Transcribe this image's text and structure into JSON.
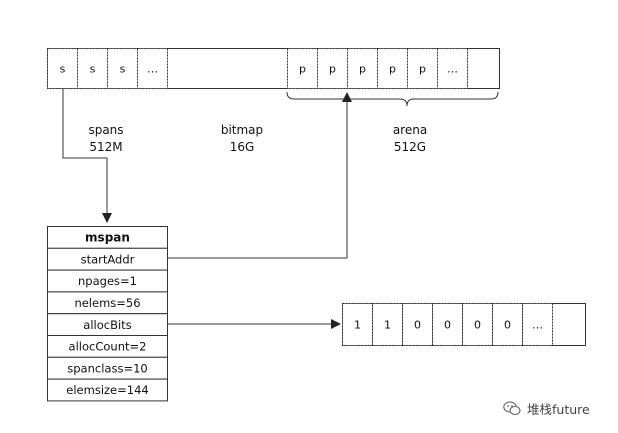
{
  "heap_bar": {
    "spans_cells": [
      "s",
      "s",
      "s",
      "..."
    ],
    "arena_cells": [
      "p",
      "p",
      "p",
      "p",
      "p",
      "..."
    ]
  },
  "regions": {
    "spans": {
      "name": "spans",
      "size": "512M"
    },
    "bitmap": {
      "name": "bitmap",
      "size": "16G"
    },
    "arena": {
      "name": "arena",
      "size": "512G"
    }
  },
  "mspan": {
    "title": "mspan",
    "fields": [
      "startAddr",
      "npages=1",
      "nelems=56",
      "allocBits",
      "allocCount=2",
      "spanclass=10",
      "elemsize=144"
    ]
  },
  "alloc_bits": [
    "1",
    "1",
    "0",
    "0",
    "0",
    "0",
    "..."
  ],
  "watermark": "堆栈future",
  "colors": {
    "line": "#333333",
    "box_fill": "#ffffff",
    "text": "#111111"
  }
}
